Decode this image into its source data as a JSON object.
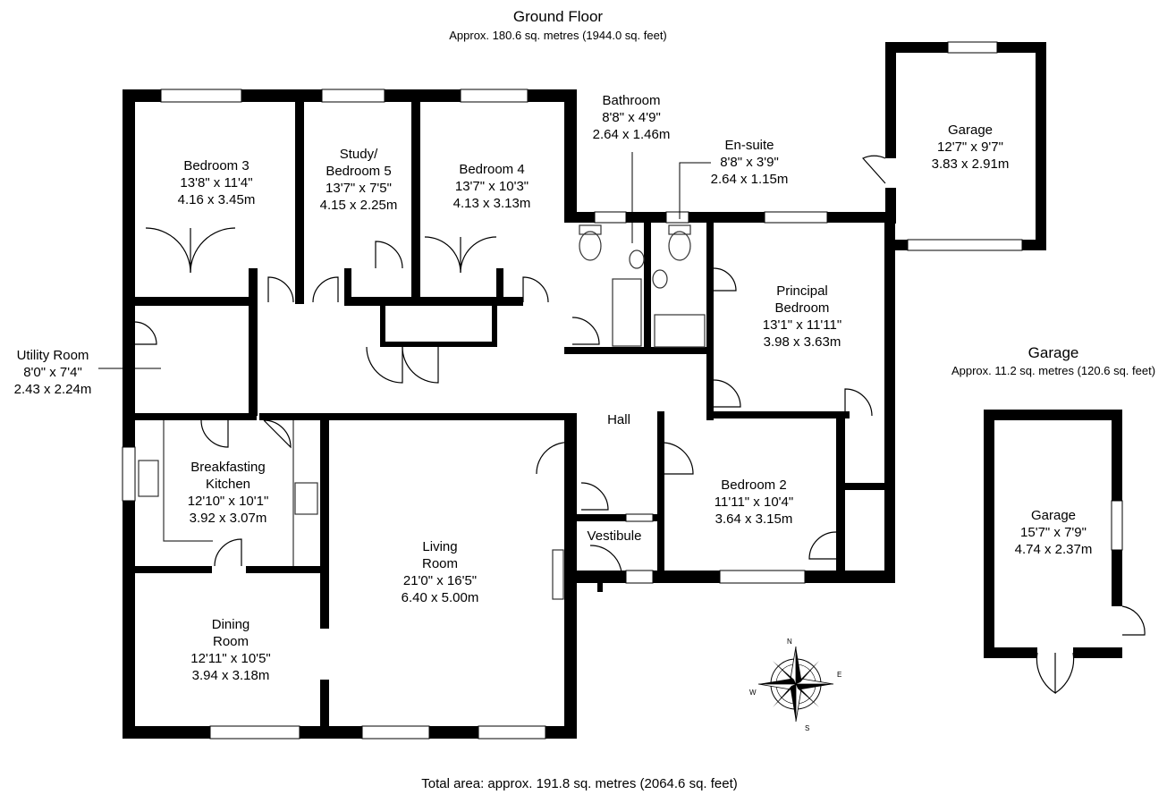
{
  "header": {
    "title": "Ground Floor",
    "subtitle": "Approx. 180.6 sq. metres (1944.0 sq. feet)"
  },
  "garage_header": {
    "title": "Garage",
    "subtitle": "Approx. 11.2 sq. metres (120.6 sq. feet)"
  },
  "footer": {
    "total": "Total area: approx. 191.8 sq. metres (2064.6 sq. feet)"
  },
  "rooms": {
    "bedroom3": {
      "name": "Bedroom 3",
      "imperial": "13'8\" x 11'4\"",
      "metric": "4.16 x 3.45m"
    },
    "study": {
      "name_line1": "Study/",
      "name_line2": "Bedroom 5",
      "imperial": "13'7\" x 7'5\"",
      "metric": "4.15 x 2.25m"
    },
    "bedroom4": {
      "name": "Bedroom 4",
      "imperial": "13'7\" x 10'3\"",
      "metric": "4.13 x 3.13m"
    },
    "bathroom": {
      "name": "Bathroom",
      "imperial": "8'8\" x 4'9\"",
      "metric": "2.64 x 1.46m"
    },
    "ensuite": {
      "name": "En-suite",
      "imperial": "8'8\" x 3'9\"",
      "metric": "2.64 x 1.15m"
    },
    "garage_top": {
      "name": "Garage",
      "imperial": "12'7\" x 9'7\"",
      "metric": "3.83 x 2.91m"
    },
    "principal": {
      "name_line1": "Principal",
      "name_line2": "Bedroom",
      "imperial": "13'1\" x 11'11\"",
      "metric": "3.98 x 3.63m"
    },
    "utility": {
      "name": "Utility Room",
      "imperial": "8'0\" x 7'4\"",
      "metric": "2.43 x 2.24m"
    },
    "hall": {
      "name": "Hall"
    },
    "kitchen": {
      "name_line1": "Breakfasting",
      "name_line2": "Kitchen",
      "imperial": "12'10\" x 10'1\"",
      "metric": "3.92 x 3.07m"
    },
    "bedroom2": {
      "name": "Bedroom 2",
      "imperial": "11'11\" x 10'4\"",
      "metric": "3.64 x 3.15m"
    },
    "vestibule": {
      "name": "Vestibule"
    },
    "living": {
      "name_line1": "Living",
      "name_line2": "Room",
      "imperial": "21'0\" x 16'5\"",
      "metric": "6.40 x 5.00m"
    },
    "dining": {
      "name_line1": "Dining",
      "name_line2": "Room",
      "imperial": "12'11\" x 10'5\"",
      "metric": "3.94 x 3.18m"
    },
    "garage_detached": {
      "name": "Garage",
      "imperial": "15'7\" x 7'9\"",
      "metric": "4.74 x 2.37m"
    }
  },
  "compass": {
    "n": "N",
    "s": "S",
    "e": "E",
    "w": "W"
  },
  "colors": {
    "wall": "#000000",
    "background": "#ffffff",
    "fixture": "#333333"
  }
}
